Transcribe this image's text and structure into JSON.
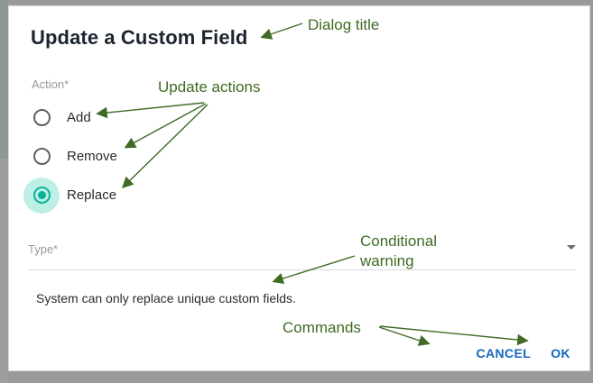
{
  "dialog": {
    "title": "Update a Custom Field",
    "action_field": {
      "label": "Action*",
      "options": [
        {
          "label": "Add",
          "selected": false
        },
        {
          "label": "Remove",
          "selected": false
        },
        {
          "label": "Replace",
          "selected": true
        }
      ]
    },
    "type_field": {
      "label": "Type*",
      "value": "",
      "caret_icon": "chevron-down-icon"
    },
    "warning": "System can only replace unique custom fields.",
    "commands": {
      "cancel_label": "CANCEL",
      "ok_label": "OK"
    }
  },
  "annotations": [
    {
      "id": "dialog-title",
      "text": "Dialog title"
    },
    {
      "id": "update-actions",
      "text": "Update actions"
    },
    {
      "id": "conditional-warning-1",
      "text": "Conditional"
    },
    {
      "id": "conditional-warning-2",
      "text": "warning"
    },
    {
      "id": "commands",
      "text": "Commands"
    }
  ],
  "colors": {
    "accent_teal": "#0ab39c",
    "accent_teal_halo": "#bdefe4",
    "link_blue": "#1565c0",
    "annotation_green": "#3f6b24",
    "label_gray": "#9a9a9a",
    "page_gray": "#9e9e9e"
  }
}
